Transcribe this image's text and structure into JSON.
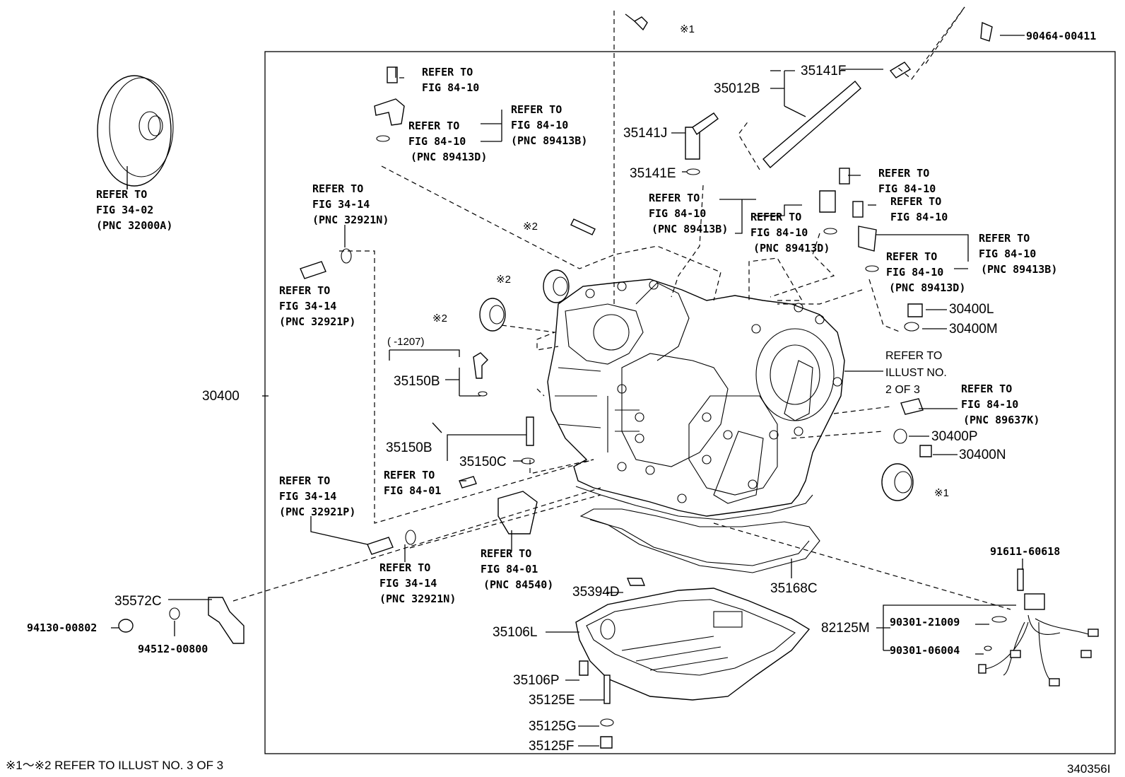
{
  "footer_note": "※1～※2  REFER TO ILLUST NO. 3 OF 3",
  "illustration_id": "340356I",
  "callouts": {
    "c90464": "90464-00411",
    "c35141F": "35141F",
    "c35012B": "35012B",
    "c35141J": "35141J",
    "c35141E": "35141E",
    "c30400": "30400",
    "c30400L": "30400L",
    "c30400M": "30400M",
    "c30400P": "30400P",
    "c30400N": "30400N",
    "c35150B_a": "35150B",
    "c35150B_b": "35150B",
    "c35150C": "35150C",
    "c35572C": "35572C",
    "c94130": "94130-00802",
    "c94512": "94512-00800",
    "c35394D": "35394D",
    "c35168C": "35168C",
    "c35106L": "35106L",
    "c35106P": "35106P",
    "c35125E": "35125E",
    "c35125G": "35125G",
    "c35125F": "35125F",
    "c82125M": "82125M",
    "c91611": "91611-60618",
    "c90301a": "90301-21009",
    "c90301b": "90301-06004",
    "range_1207": "(      -1207)",
    "mark1_top": "※1",
    "mark1_right": "※1",
    "mark2_a": "※2",
    "mark2_b": "※2",
    "mark2_c": "※2"
  },
  "refs": {
    "r1": [
      "REFER TO",
      "FIG 84-10"
    ],
    "r2": [
      "REFER TO",
      "FIG 84-10",
      "(PNC 89413B)"
    ],
    "r3": [
      "REFER TO",
      "FIG 84-10",
      "(PNC 89413D)"
    ],
    "r4": [
      "REFER TO",
      "FIG 34-02",
      "(PNC 32000A)"
    ],
    "r5": [
      "REFER TO",
      "FIG 34-14",
      "(PNC 32921N)"
    ],
    "r6": [
      "REFER TO",
      "FIG 34-14",
      "(PNC 32921P)"
    ],
    "r7": [
      "REFER TO",
      "FIG 84-10",
      "(PNC 89413B)"
    ],
    "r8": [
      "REFER TO",
      "FIG 84-10",
      "(PNC 89413D)"
    ],
    "r9": [
      "REFER TO",
      "FIG 84-10"
    ],
    "r10": [
      "REFER TO",
      "FIG 84-10"
    ],
    "r11": [
      "REFER TO",
      "FIG 84-10",
      "(PNC 89413B)"
    ],
    "r12": [
      "REFER TO",
      "FIG 84-10",
      "(PNC 89413D)"
    ],
    "r13": [
      "REFER TO",
      "ILLUST NO.",
      "2 OF 3"
    ],
    "r14": [
      "REFER TO",
      "FIG 84-10",
      "(PNC 89637K)"
    ],
    "r15": [
      "REFER TO",
      "FIG 84-01"
    ],
    "r16": [
      "REFER TO",
      "FIG 34-14",
      "(PNC 32921P)"
    ],
    "r17": [
      "REFER TO",
      "FIG 84-01",
      "(PNC 84540)"
    ],
    "r18": [
      "REFER TO",
      "FIG 34-14",
      "(PNC 32921N)"
    ]
  }
}
